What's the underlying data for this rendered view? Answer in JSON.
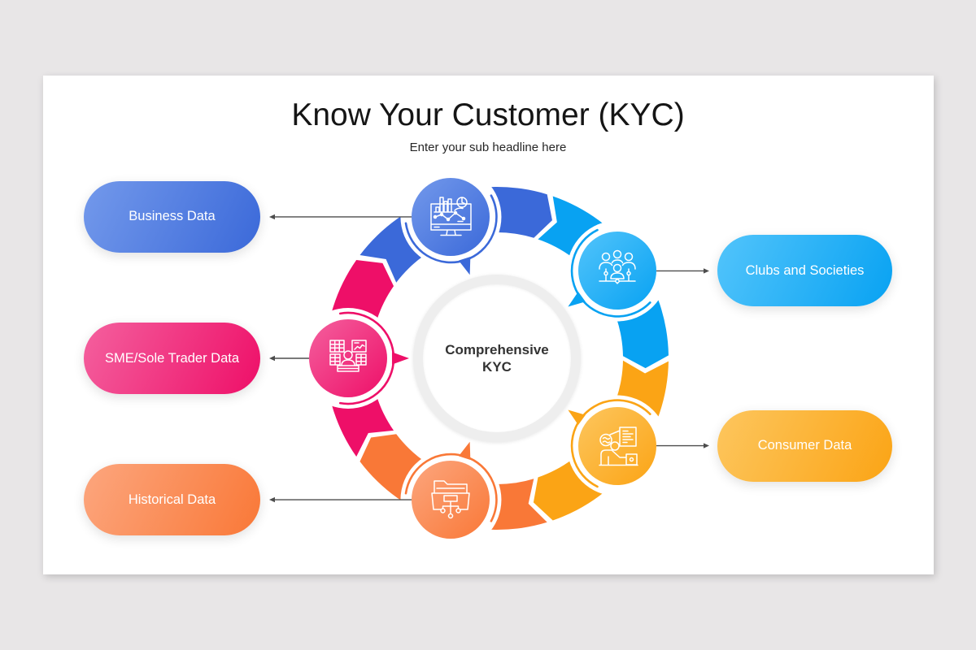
{
  "slide": {
    "title": "Know Your Customer (KYC)",
    "subtitle": "Enter your sub headline here"
  },
  "diagram": {
    "flow": "clockwise",
    "center": {
      "line1": "Comprehensive",
      "line2": "KYC"
    },
    "items": [
      {
        "key": "business",
        "label": "Business Data",
        "icon": "monitor-analytics-icon",
        "color": "#3b69d9",
        "color_light": "#7399eb"
      },
      {
        "key": "clubs",
        "label": "Clubs and Societies",
        "icon": "people-group-icon",
        "color": "#08a2f2",
        "color_light": "#52c4fb"
      },
      {
        "key": "consumer",
        "label": "Consumer Data",
        "icon": "person-laptop-icon",
        "color": "#fba415",
        "color_light": "#fdc65e"
      },
      {
        "key": "historical",
        "label": "Historical Data",
        "icon": "folder-network-icon",
        "color": "#f97837",
        "color_light": "#fca67e"
      },
      {
        "key": "sme",
        "label": "SME/Sole Trader Data",
        "icon": "trader-screens-icon",
        "color": "#ee0f68",
        "color_light": "#f4609e"
      }
    ]
  }
}
